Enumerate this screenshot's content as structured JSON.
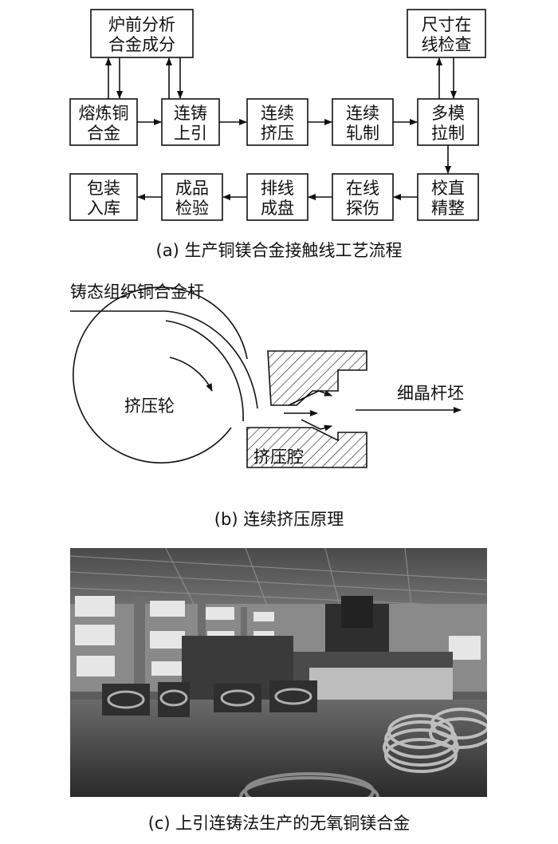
{
  "panel_a": {
    "caption": "(a) 生产铜镁合金接触线工艺流程",
    "boxes": {
      "furnace_analysis": [
        "炉前分析",
        "合金成分"
      ],
      "size_check": [
        "尺寸在",
        "线检查"
      ],
      "smelt": [
        "熔炼铜",
        "合金"
      ],
      "upcast": [
        "连铸",
        "上引"
      ],
      "extrude": [
        "连续",
        "挤压"
      ],
      "roll": [
        "连续",
        "轧制"
      ],
      "multi_die": [
        "多模",
        "拉制"
      ],
      "straighten": [
        "校直",
        "精整"
      ],
      "flaw": [
        "在线",
        "探伤"
      ],
      "coil": [
        "排线",
        "成盘"
      ],
      "inspect": [
        "成品",
        "检验"
      ],
      "pack": [
        "包装",
        "入库"
      ]
    }
  },
  "panel_b": {
    "caption": "(b) 连续挤压原理",
    "input_label": "铸态组织铜合金杆",
    "wheel_label": "挤压轮",
    "cavity_label": "挤压腔",
    "output_label": "细晶杆坯"
  },
  "panel_c": {
    "caption": "(c) 上引连铸法生产的无氧铜镁合金"
  }
}
